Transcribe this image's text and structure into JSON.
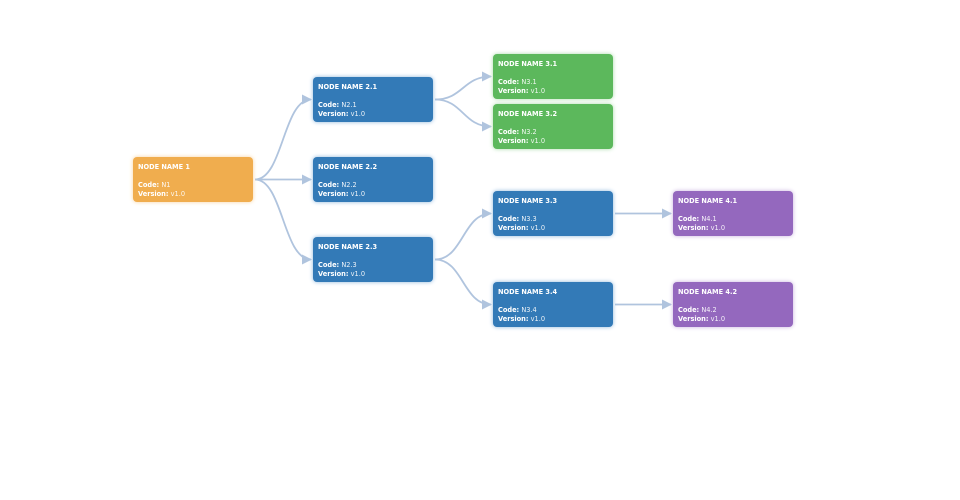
{
  "labels": {
    "code": "Code:",
    "version": "Version:"
  },
  "colors": {
    "edge": "#b0c4de",
    "orange": "#f0ad4e",
    "blue": "#337ab7",
    "green": "#5cb85c",
    "purple": "#9468be"
  },
  "nodes": [
    {
      "id": "n1",
      "name": "NODE NAME 1",
      "code": "N1",
      "version": "v1.0"
    },
    {
      "id": "n21",
      "name": "NODE NAME 2.1",
      "code": "N2.1",
      "version": "v1.0"
    },
    {
      "id": "n22",
      "name": "NODE NAME 2.2",
      "code": "N2.2",
      "version": "v1.0"
    },
    {
      "id": "n23",
      "name": "NODE NAME 2.3",
      "code": "N2.3",
      "version": "v1.0"
    },
    {
      "id": "n31",
      "name": "NODE NAME 3.1",
      "code": "N3.1",
      "version": "v1.0"
    },
    {
      "id": "n32",
      "name": "NODE NAME 3.2",
      "code": "N3.2",
      "version": "v1.0"
    },
    {
      "id": "n33",
      "name": "NODE NAME 3.3",
      "code": "N3.3",
      "version": "v1.0"
    },
    {
      "id": "n34",
      "name": "NODE NAME 3.4",
      "code": "N3.4",
      "version": "v1.0"
    },
    {
      "id": "n41",
      "name": "NODE NAME 4.1",
      "code": "N4.1",
      "version": "v1.0"
    },
    {
      "id": "n42",
      "name": "NODE NAME 4.2",
      "code": "N4.2",
      "version": "v1.0"
    }
  ],
  "edges": [
    [
      "n1",
      "n21"
    ],
    [
      "n1",
      "n22"
    ],
    [
      "n1",
      "n23"
    ],
    [
      "n21",
      "n31"
    ],
    [
      "n21",
      "n32"
    ],
    [
      "n23",
      "n33"
    ],
    [
      "n23",
      "n34"
    ],
    [
      "n33",
      "n41"
    ],
    [
      "n34",
      "n42"
    ]
  ]
}
